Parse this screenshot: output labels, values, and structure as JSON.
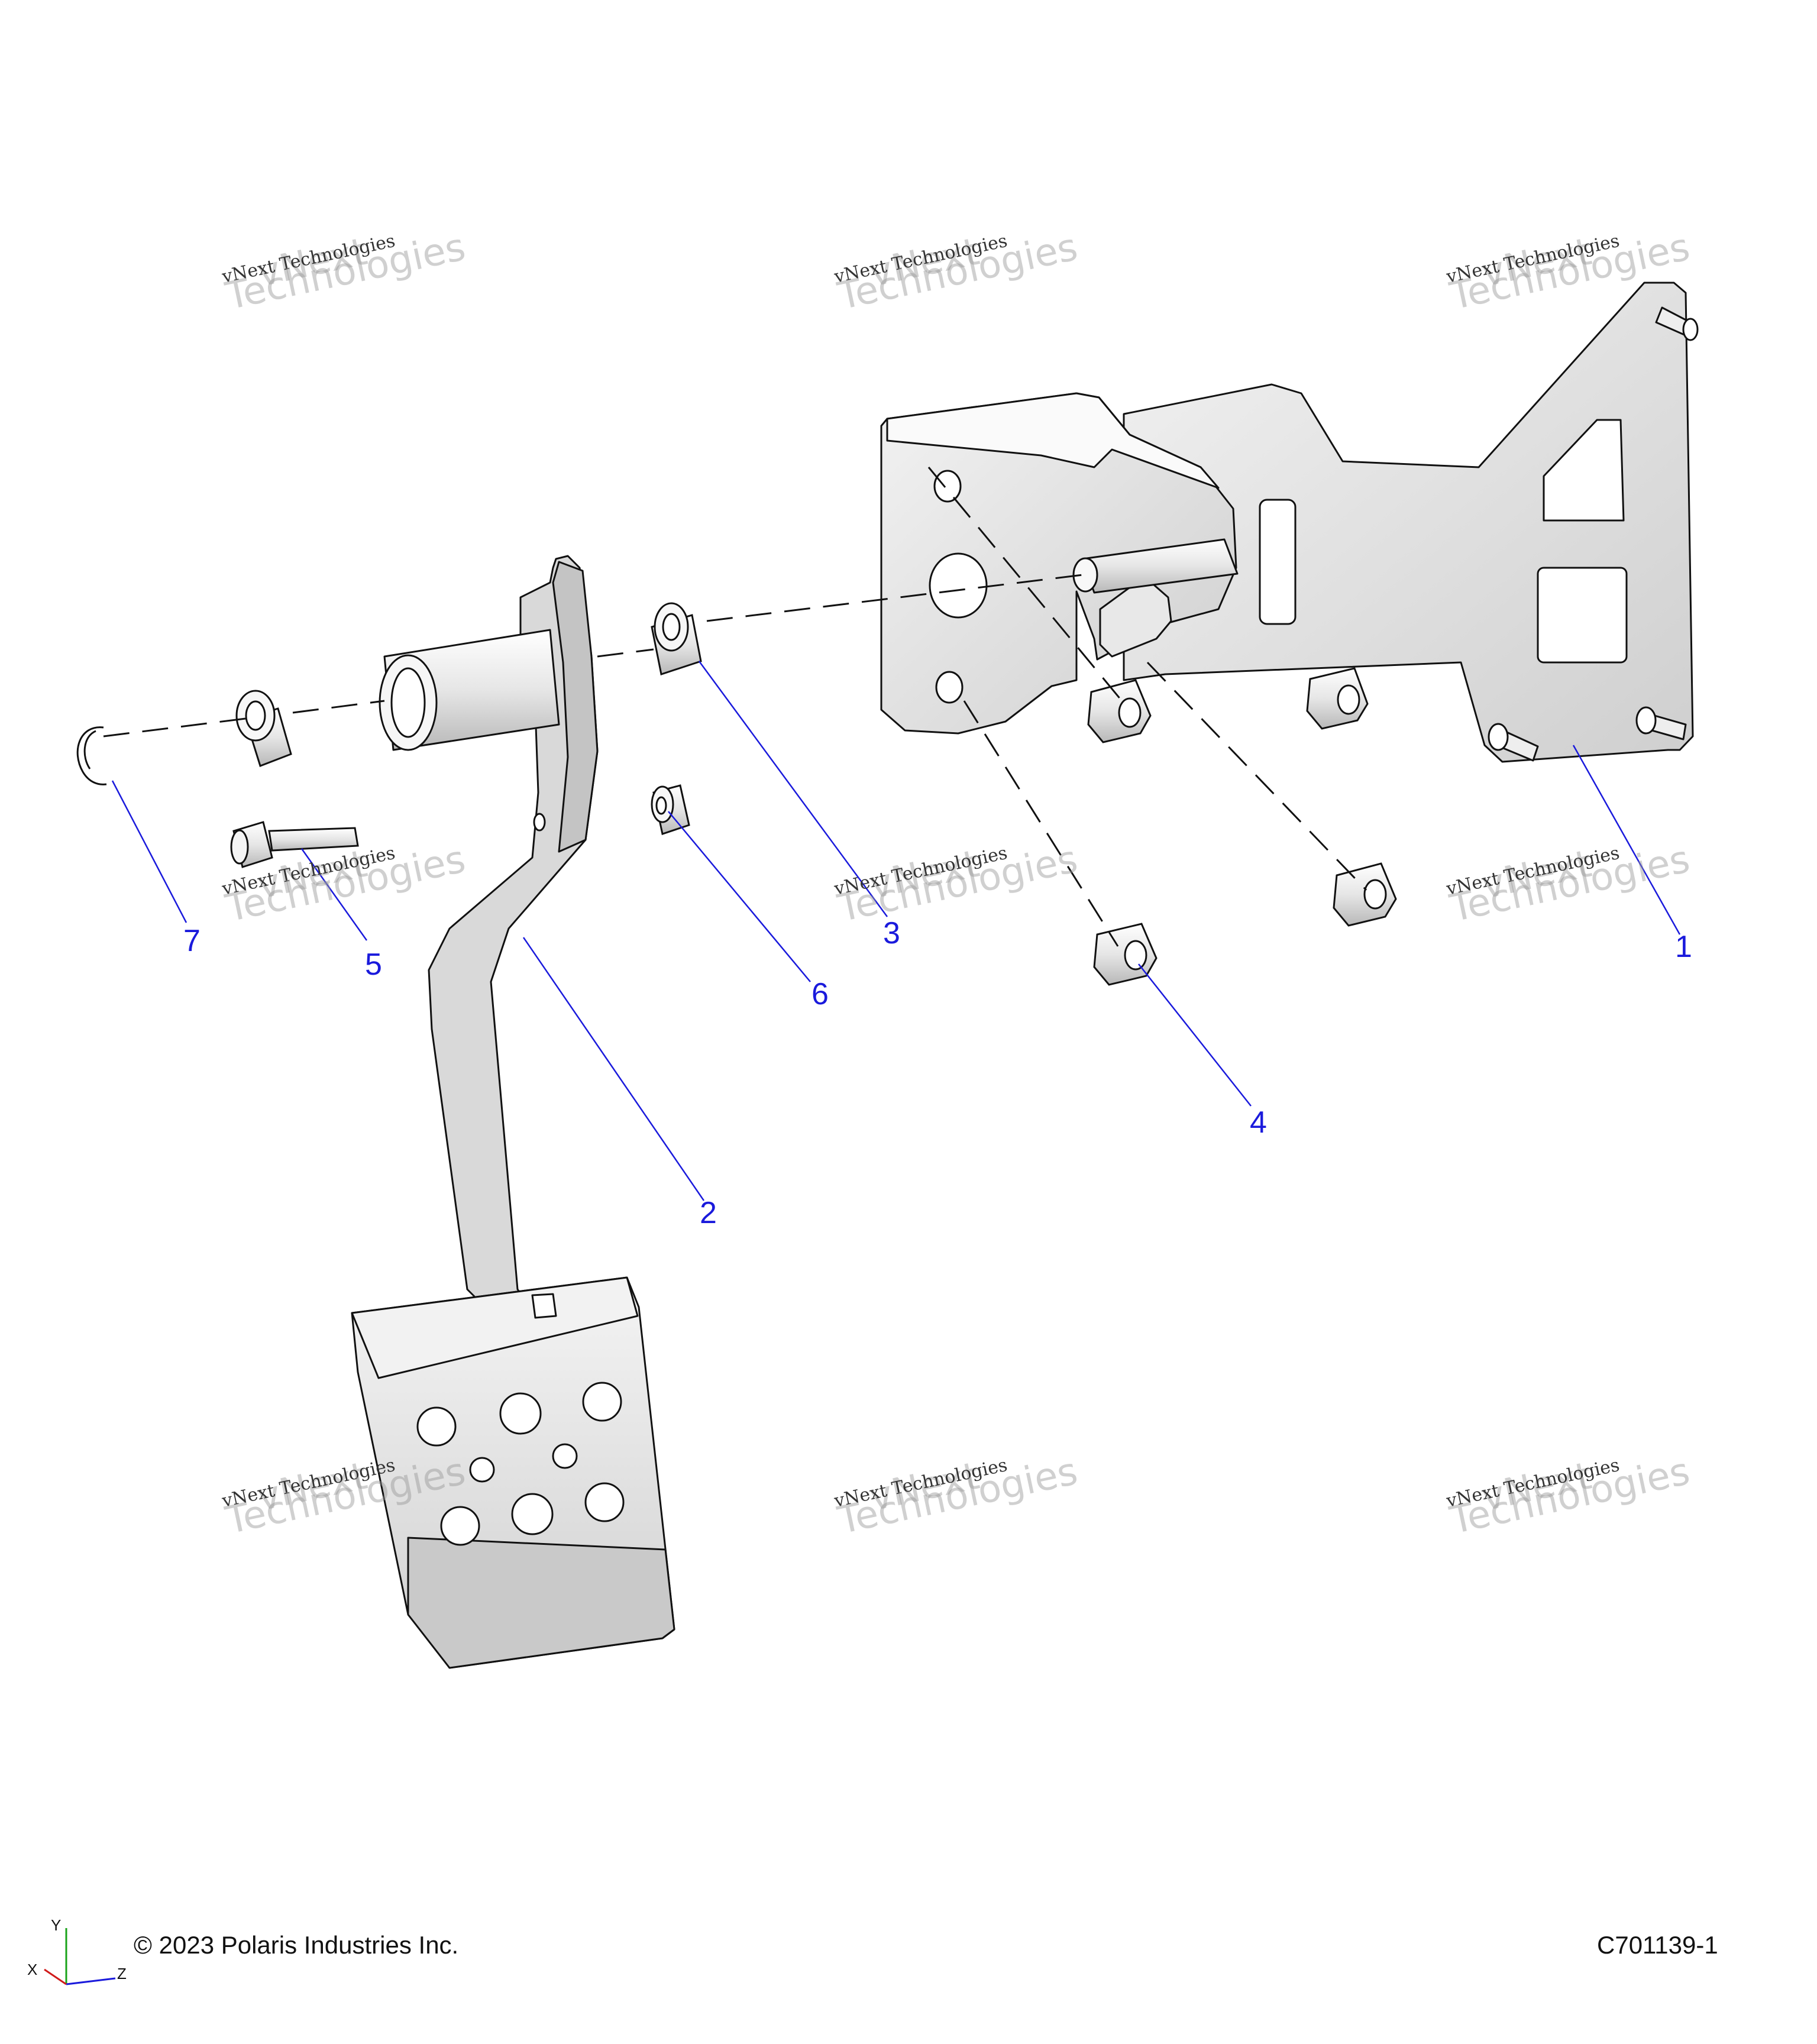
{
  "callouts": [
    {
      "label": "1"
    },
    {
      "label": "2"
    },
    {
      "label": "3"
    },
    {
      "label": "4"
    },
    {
      "label": "5"
    },
    {
      "label": "6"
    },
    {
      "label": "7"
    }
  ],
  "watermark": {
    "line1": "vNext",
    "line2": "vNext Technologies",
    "line3": "Technologies"
  },
  "footer": {
    "copyright": "© 2023 Polaris Industries Inc.",
    "drawing_id": "C701139-1"
  },
  "axes": {
    "y": "Y",
    "x": "X",
    "z": "Z"
  },
  "colors": {
    "callout": "#1a1adc",
    "part_fill": "#e4e4e4",
    "outline": "#111111"
  }
}
